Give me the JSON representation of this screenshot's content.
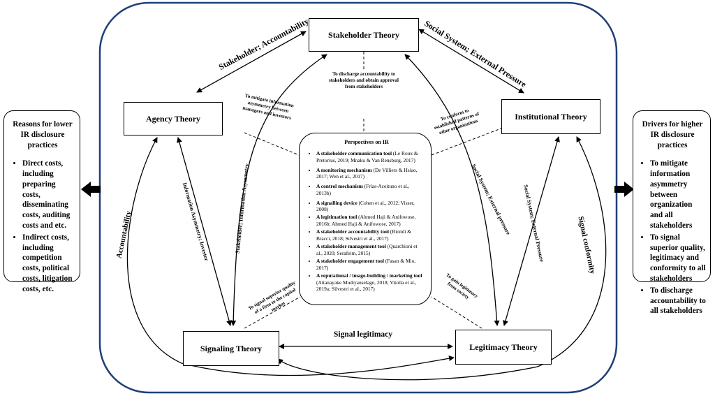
{
  "theories": {
    "stakeholder": "Stakeholder Theory",
    "agency": "Agency Theory",
    "institutional": "Institutional Theory",
    "signaling": "Signaling Theory",
    "legitimacy": "Legitimacy Theory"
  },
  "left_panel": {
    "title": "Reasons for lower IR disclosure practices",
    "items": [
      "Direct costs, including preparing costs, disseminating costs, auditing costs and etc.",
      "Indirect costs, including competition costs, political costs, litigation costs, etc."
    ]
  },
  "right_panel": {
    "title": "Drivers for higher IR disclosure practices",
    "items": [
      "To mitigate information asymmetry between organization and all stakeholders",
      "To signal superior quality, legitimacy and conformity to all stakeholders",
      "To discharge accountability to all stakeholders"
    ]
  },
  "perspectives": {
    "title": "Perspectives on IR",
    "items": [
      {
        "bold": "A stakeholder communication tool",
        "rest": " (Le Roux & Pretorius, 2019; Mnaku & Van Rensburg, 2017)"
      },
      {
        "bold": "A monitoring mechanism",
        "rest": " (De Villiers & Hsiao, 2017; Wen et al., 2017)"
      },
      {
        "bold": "A control mechanism",
        "rest": " (Frías-Aceituno et al., 2013b)"
      },
      {
        "bold": "A signalling device",
        "rest": " (Cohen et al., 2012; Visser, 2008)"
      },
      {
        "bold": "A legitimation tool",
        "rest": " (Ahmed Haji & Anifowose, 2016b; Ahmed Haji & Anifowose, 2017)"
      },
      {
        "bold": "A stakeholder accountability tool",
        "rest": " (Biondi & Bracci, 2018; Silvestri et al., 2017)"
      },
      {
        "bold": "A stakeholder management tool",
        "rest": " (Quarchioni et al., 2020; Serafeim, 2015)"
      },
      {
        "bold": "A stakeholder engagement tool",
        "rest": " (Fasan & Mio, 2017)"
      },
      {
        "bold": "A reputational / image-building / marketing tool",
        "rest": " (Attanayake Mudiyanselage, 2018; Vitolla et al., 2019a; Silvestri et al., 2017)"
      }
    ]
  },
  "edge_labels": {
    "stakeholder_agency": "Stakeholder;  Accountability",
    "stakeholder_institutional": "Social System;  External Pressure",
    "signal_legitimacy": "Signal legitimacy",
    "accountability": "Accountability",
    "signal_conformity": "Signal conformity",
    "info_asym_investor": "Information Asymmetry; Investor",
    "stakeholder_info_asym": "Stakeholder; Information Asymmetry",
    "social_system_external_1": "Social System; External pressure",
    "social_system_external_2": "Social System; External Pressure"
  },
  "notes": {
    "discharge": "To discharge accountability to stakeholders and obtain approval from stakeholders",
    "mitigate": "To mitigate information asymmetry between managers and investors",
    "conform": "To conform to established patterns of other organizations",
    "signal_quality": "To signal superior quality of a firm to the capital market",
    "gain_legitimacy": "To gain legitimacy from society"
  }
}
